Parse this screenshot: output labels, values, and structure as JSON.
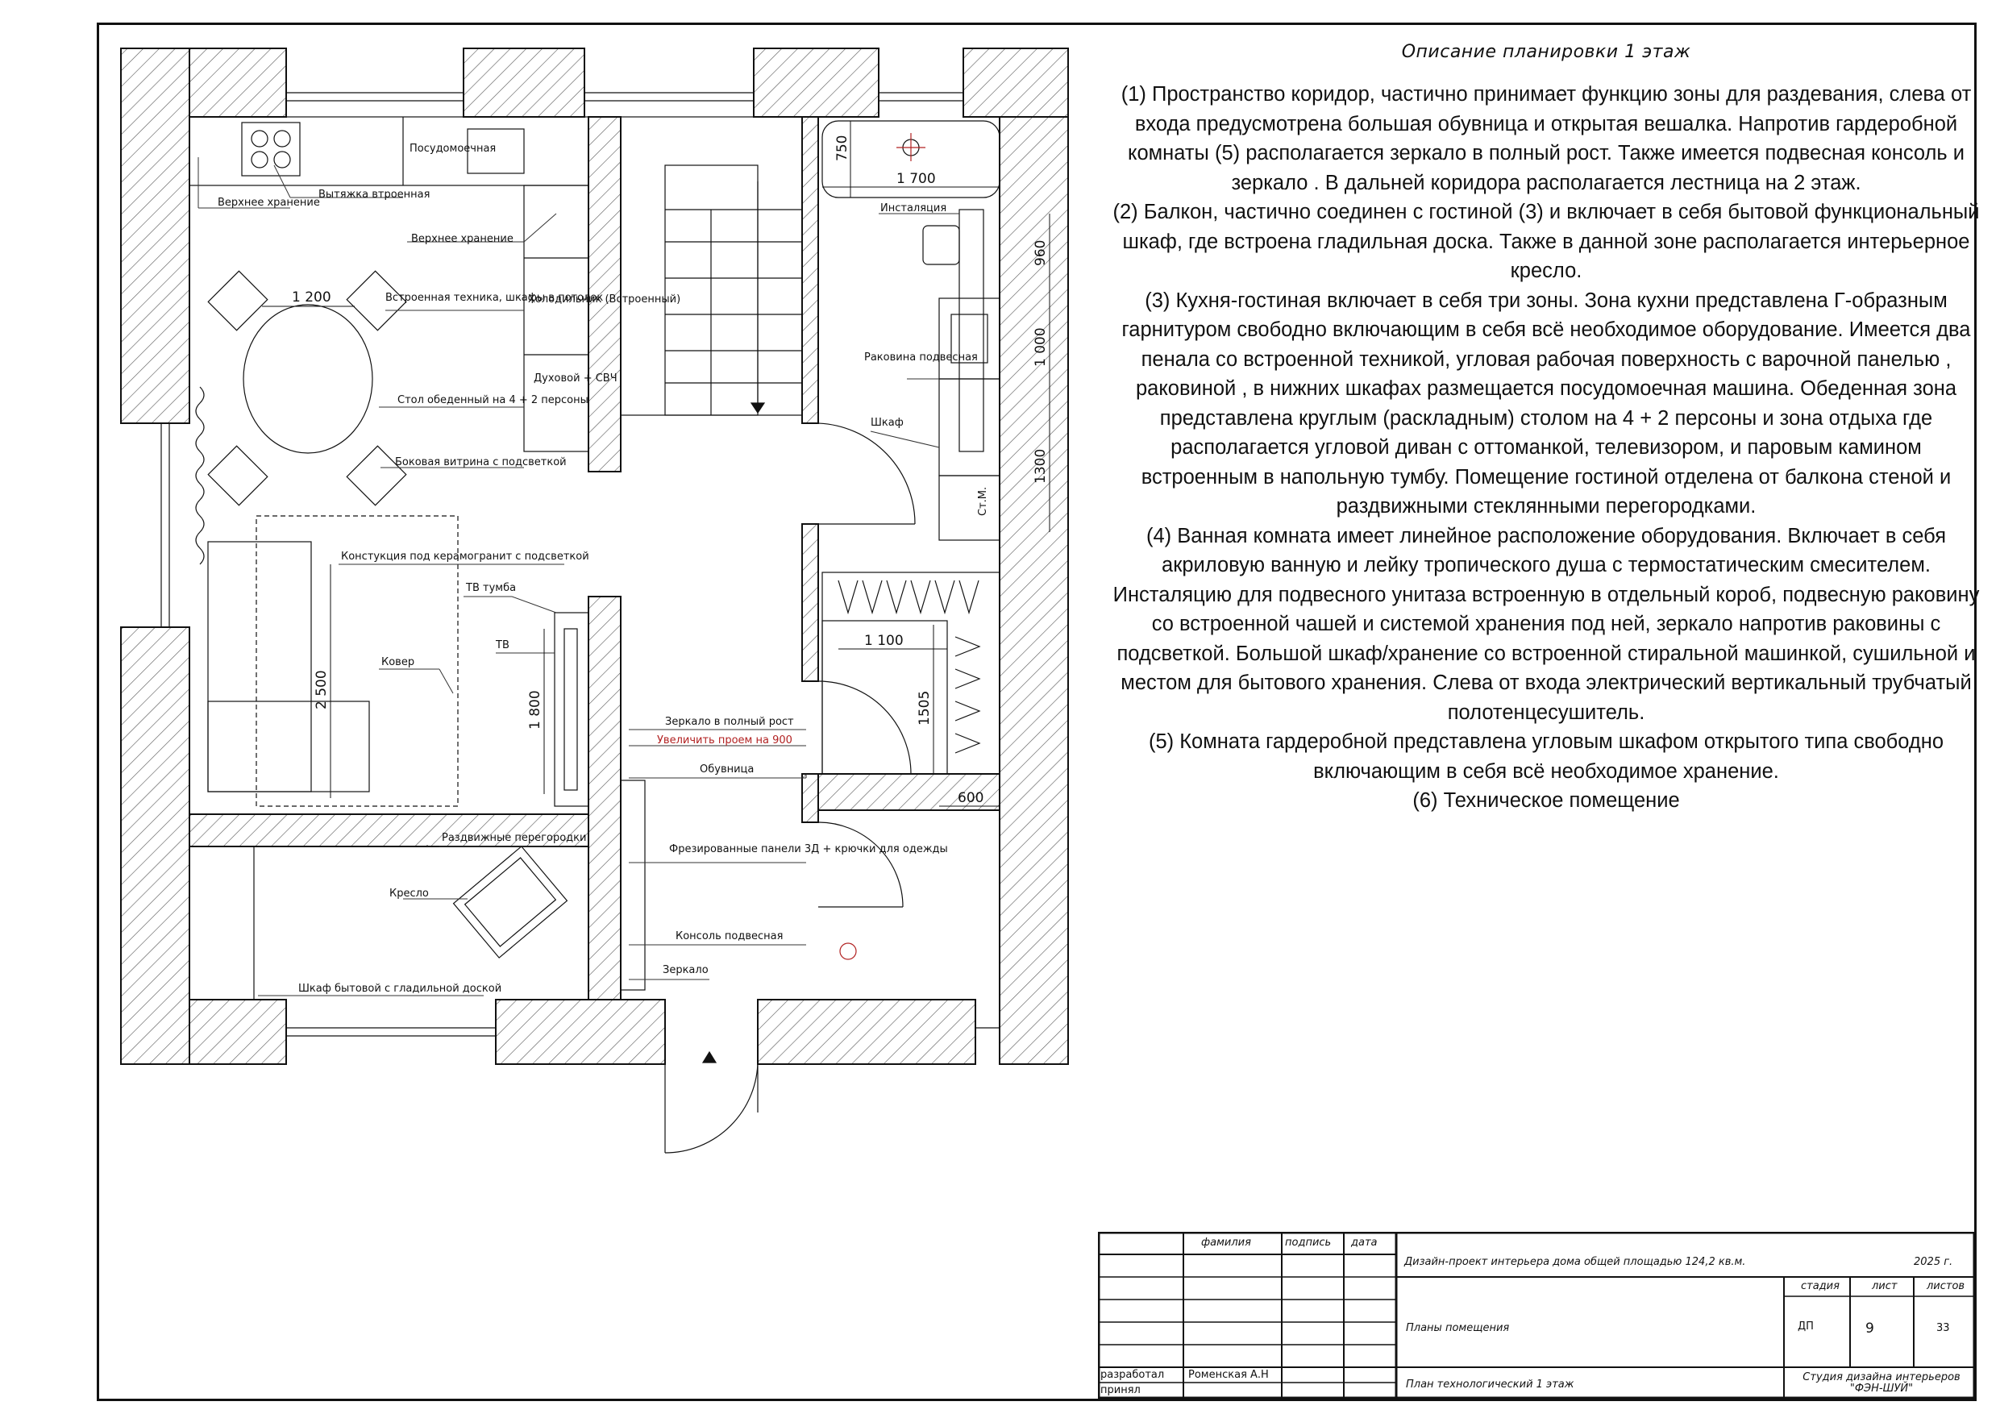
{
  "sheet": {
    "description_title": "Описание планировки 1 этаж",
    "description_paragraphs": [
      "(1) Пространство коридор, частично принимает функцию зоны для раздевания, слева от входа предусмотрена большая обувница и открытая вешалка. Напротив гардеробной комнаты (5)  располагается зеркало в полный рост. Также имеется подвесная консоль и зеркало . В дальней коридора располагается лестница на 2 этаж.",
      "(2) Балкон, частично соединен с гостиной (3) и  включает в себя бытовой функциональный шкаф, где встроена гладильная доска. Также в данной зоне располагается интерьерное кресло.",
      "(3) Кухня-гостиная включает в себя три зоны. Зона кухни представлена Г-образным гарнитуром свободно включающим в себя всё необходимое оборудование. Имеется два  пенала со встроенной техникой, угловая рабочая поверхность с варочной панелью , раковиной , в нижних шкафах размещается посудомоечная машина. Обеденная зона представлена круглым (раскладным) столом на 4 + 2 персоны и зона отдыха где располагается угловой диван с оттоманкой, телевизором, и паровым камином встроенным в напольную тумбу. Помещение гостиной отделена от балкона стеной и раздвижными стеклянными перегородками.",
      "(4) Ванная комната имеет линейное расположение оборудования. Включает в себя акриловую ванную и  лейку тропического душа с термостатическим смесителем. Инсталяцию для подвесного унитаза встроенную в отдельный короб, подвесную раковину со встроенной чашей и системой хранения под ней, зеркало напротив раковины с подсветкой. Большой шкаф/хранение со встроенной стиральной машинкой, сушильной и местом для бытового хранения. Слева от входа электрический  вертикальный трубчатый полотенцесушитель.",
      "(5) Комната гардеробной представлена угловым шкафом открытого типа свободно включающим в себя всё необходимое хранение.",
      "(6) Техническое помещение"
    ]
  },
  "plan_labels": {
    "kitchen_upper_storage_left": "Верхнее хранение",
    "hood": "Вытяжка втроенная",
    "dishwasher": "Посудомоечная",
    "kitchen_upper_storage_right": "Верхнее хранение",
    "built_in_appliances": "Встроенная техника, шкафы в потолок",
    "fridge": "Холодильник (Встроенный)",
    "oven": "Духовой + СВЧ",
    "dining_table": "Стол обеденный на 4 + 2 персоны",
    "side_showcase": "Боковая витрина с подсветкой",
    "porcelain_construction": "Констукция под керамогранит с подсветкой",
    "tv_stand": "ТВ тумба",
    "tv": "ТВ",
    "carpet": "Ковер",
    "full_mirror": "Зеркало в полный рост",
    "enlarge_opening": "Увеличить проем на 900",
    "shoe_rack": "Обувница",
    "sliding_partitions": "Раздвижные перегородки",
    "milled_panels": "Фрезированные панели 3Д + крючки для одежды",
    "armchair": "Кресло",
    "hanging_console": "Консоль подвесная",
    "mirror": "Зеркало",
    "laundry_cabinet": "Шкаф бытовой с гладильной доской",
    "installation": "Инсталяция",
    "hanging_sink": "Раковина подвесная",
    "wardrobe": "Шкаф",
    "washing_machine": "Ст.М."
  },
  "dimensions": {
    "d750": "750",
    "d1700": "1 700",
    "d1200": "1 200",
    "d960": "960",
    "d1000": "1 000",
    "d1300": "1300",
    "d2500": "2 500",
    "d1800": "1 800",
    "d1100": "1 100",
    "d1505": "1505",
    "d600": "600"
  },
  "stamp": {
    "col_surname": "фамилия",
    "col_signature": "подпись",
    "col_date": "дата",
    "project_title": "Дизайн-проект интерьера дома общей площадью 124,2 кв.м.",
    "year": "2025 г.",
    "stage_header": "стадия",
    "sheet_header": "лист",
    "sheets_header": "листов",
    "section": "Планы помещения",
    "stage": "ДП",
    "sheet": "9",
    "sheets": "33",
    "developed_label": "разработал",
    "accepted_label": "принял",
    "developer": "Роменская А.Н",
    "drawing_title": "План технологический 1 этаж",
    "studio": "Студия дизайна интерьеров \"ФЭН-ШУЙ\""
  }
}
